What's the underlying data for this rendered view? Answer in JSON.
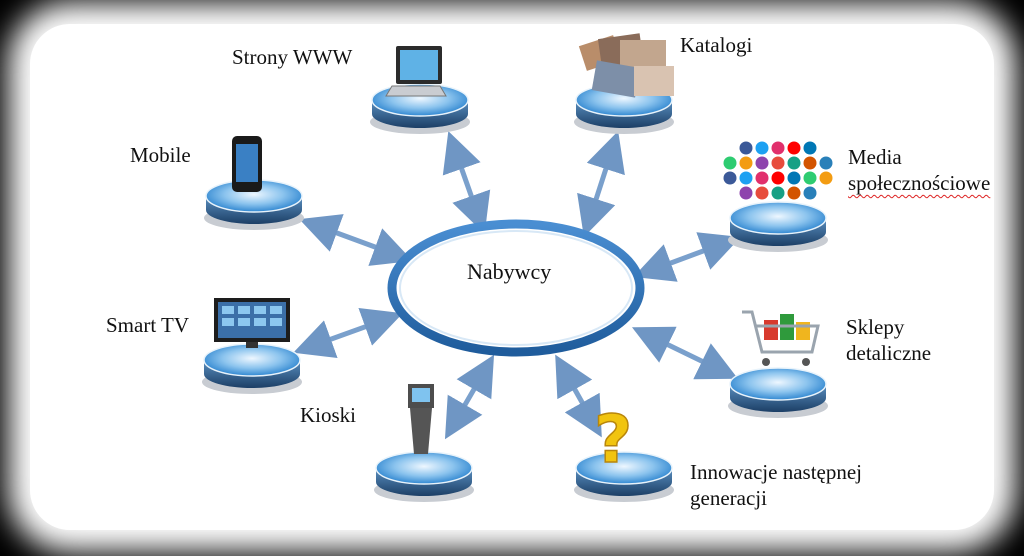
{
  "center": {
    "label": "Nabywcy"
  },
  "channels": [
    {
      "id": "strony-www",
      "label": "Strony WWW",
      "icon": "laptop-icon"
    },
    {
      "id": "katalogi",
      "label": "Katalogi",
      "icon": "catalog-collage-icon"
    },
    {
      "id": "media",
      "label_line1": "Media",
      "label_line2": "społecznościowe",
      "icon": "social-media-cloud-icon"
    },
    {
      "id": "sklepy",
      "label_line1": "Sklepy",
      "label_line2": "detaliczne",
      "icon": "shopping-cart-icon"
    },
    {
      "id": "innowacje",
      "label_line1": "Innowacje następnej",
      "label_line2": "generacji",
      "icon": "question-mark-icon"
    },
    {
      "id": "kioski",
      "label": "Kioski",
      "icon": "kiosk-icon"
    },
    {
      "id": "smart-tv",
      "label": "Smart TV",
      "icon": "tv-icon"
    },
    {
      "id": "mobile",
      "label": "Mobile",
      "icon": "smartphone-icon"
    }
  ],
  "colors": {
    "disc": "#3e95d8",
    "disc_light": "#cfe6f7",
    "ellipse": "#2f6fb3",
    "arrow": "#6f96c4"
  }
}
